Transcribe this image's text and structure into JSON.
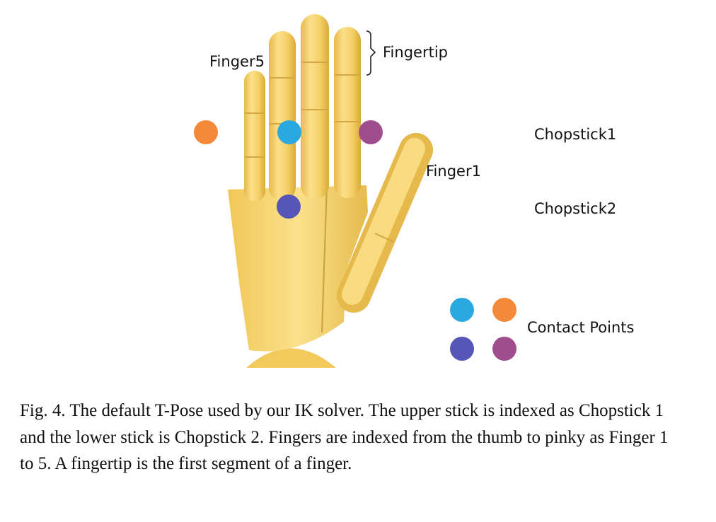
{
  "labels": {
    "fingertip": "Fingertip",
    "finger5": "Finger5",
    "finger1": "Finger1",
    "chopstick1": "Chopstick1",
    "chopstick2": "Chopstick2",
    "contact_points": "Contact Points"
  },
  "caption": "Fig. 4.  The default T-Pose used by our IK solver. The upper stick is indexed as Chopstick 1 and the lower stick is Chopstick 2. Fingers are indexed from the thumb to pinky as Finger 1 to 5. A fingertip is the first segment of a finger.",
  "colors": {
    "hand": "#f6d36a",
    "hand_shade": "#e3b94a",
    "chopstick": "#e85252",
    "contact_cyan": "#2aa9e0",
    "contact_orange": "#f4893a",
    "contact_indigo": "#5556b8",
    "contact_purple": "#a04d8e"
  }
}
